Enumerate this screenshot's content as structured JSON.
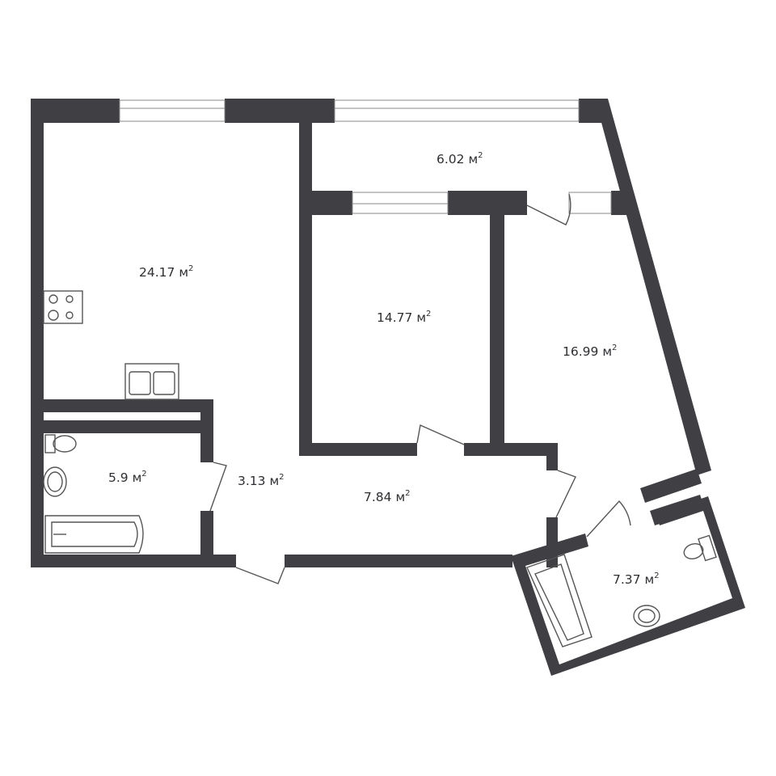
{
  "floor_plan": {
    "colors": {
      "wall": "#3f3f44",
      "fixture": "#555555",
      "label": "#2f2f33",
      "background": "#ffffff"
    },
    "unit_suffix": "м",
    "unit_power": "2",
    "rooms": [
      {
        "id": "kitchen-living",
        "area": "24.17"
      },
      {
        "id": "balcony",
        "area": "6.02"
      },
      {
        "id": "bedroom-middle",
        "area": "14.77"
      },
      {
        "id": "bedroom-right",
        "area": "16.99"
      },
      {
        "id": "bathroom-left",
        "area": "5.9"
      },
      {
        "id": "entry-hall",
        "area": "3.13"
      },
      {
        "id": "corridor",
        "area": "7.84"
      },
      {
        "id": "bathroom-right",
        "area": "7.37"
      }
    ],
    "fixtures": [
      "stove-icon",
      "kitchen-sink-icon",
      "toilet-icon",
      "washbasin-icon",
      "bathtub-icon"
    ]
  }
}
